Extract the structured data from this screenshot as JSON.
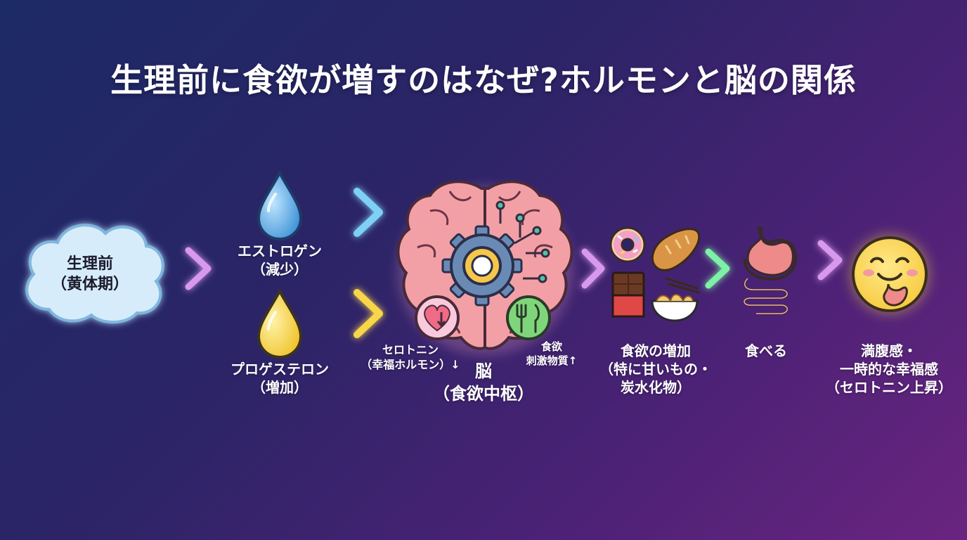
{
  "title": "生理前に食欲が増すのはなぜ?ホルモンと脳の関係",
  "start": {
    "line1": "生理前",
    "line2": "（黄体期）"
  },
  "estrogen": {
    "line1": "エストロゲン",
    "line2": "（減少）"
  },
  "progesterone": {
    "line1": "プロゲステロン",
    "line2": "（増加）"
  },
  "serotonin": {
    "line1": "セロトニン",
    "line2": "（幸福ホルモン）↓"
  },
  "appetite_stim": {
    "line1": "食欲",
    "line2": "刺激物質↑"
  },
  "brain": {
    "line1": "脳",
    "line2": "（食欲中枢）"
  },
  "appetite_increase": {
    "line1": "食欲の増加",
    "line2": "（特に甘いもの・",
    "line3": "炭水化物）"
  },
  "eat": {
    "line1": "食べる"
  },
  "satisfaction": {
    "line1": "満腹感・",
    "line2": "一時的な幸福感",
    "line3": "（セロトニン上昇）"
  },
  "colors": {
    "drop_blue": "#4aa3e0",
    "drop_yellow": "#f4cf3a",
    "brain_pink": "#f2a0a6",
    "arrow_glow": "#f0d8ff"
  },
  "icons": [
    "cloud-icon",
    "water-drop-icon",
    "brain-icon",
    "gear-icon",
    "heart-down-icon",
    "fork-knife-icon",
    "donut-icon",
    "bread-icon",
    "chocolate-icon",
    "noodles-icon",
    "stomach-icon",
    "smiley-icon"
  ]
}
